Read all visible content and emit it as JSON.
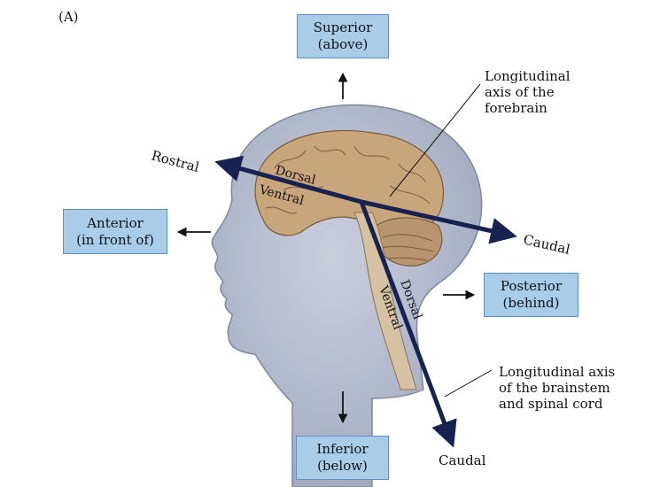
{
  "panel_label": "(A)",
  "boxes": {
    "superior": {
      "line1": "Superior",
      "line2": "(above)"
    },
    "anterior": {
      "line1": "Anterior",
      "line2": "(in front of)"
    },
    "posterior": {
      "line1": "Posterior",
      "line2": "(behind)"
    },
    "inferior": {
      "line1": "Inferior",
      "line2": "(below)"
    }
  },
  "axis_labels": {
    "rostral": "Rostral",
    "caudal_forebrain": "Caudal",
    "caudal_brainstem": "Caudal",
    "dorsal_forebrain": "Dorsal",
    "ventral_forebrain": "Ventral",
    "dorsal_brainstem": "Dorsal",
    "ventral_brainstem": "Ventral"
  },
  "callouts": {
    "forebrain_axis": [
      "Longitudinal",
      "axis of the",
      "forebrain"
    ],
    "brainstem_axis": [
      "Longitudinal axis",
      "of the brainstem",
      "and spinal cord"
    ]
  },
  "colors": {
    "box_fill": "#a9cce8",
    "axis_line": "#16224f",
    "head_fill": "#b4bcd0",
    "brain_fill": "#c9a57c"
  }
}
